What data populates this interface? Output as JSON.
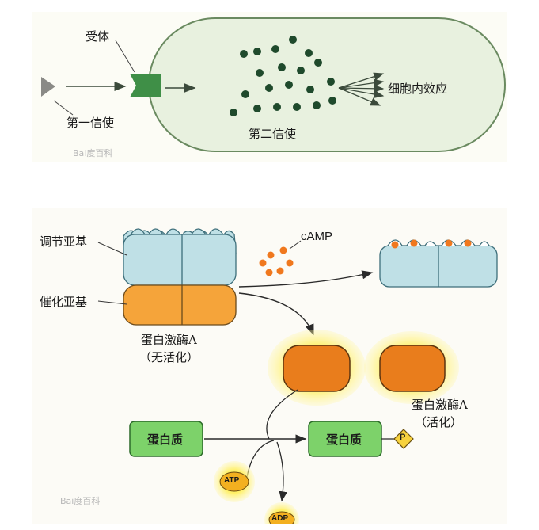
{
  "top": {
    "receptor_label": "受体",
    "first_messenger_label": "第一信使",
    "second_messenger_label": "第二信使",
    "effect_label": "细胞内效应",
    "watermark": "Bai度百科"
  },
  "bottom": {
    "regulatory_label": "调节亚基",
    "catalytic_label": "催化亚基",
    "camp_label": "cAMP",
    "inactive_label": "蛋白激酶A",
    "inactive_state": "（无活化）",
    "active_label": "蛋白激酶A",
    "active_state": "（活化）",
    "protein_label": "蛋白质",
    "protein_p_label": "蛋白质",
    "phosphate_label": "P",
    "atp_label": "ATP",
    "adp_label": "ADP",
    "watermark": "Bai度百科"
  },
  "colors": {
    "cell_fill": "#e8f1df",
    "cell_stroke": "#6a8a60",
    "receptor": "#3f8f47",
    "messenger_dot": "#1f4a2c",
    "regulatory_fill": "#bfe0e6",
    "catalytic_fill": "#f5a43a",
    "kinase_fill": "#e97d1c",
    "glow": "#ffe84a",
    "protein_fill": "#7dd26a",
    "phosphate_fill": "#f7d23e",
    "camp_dot": "#f0781e"
  }
}
